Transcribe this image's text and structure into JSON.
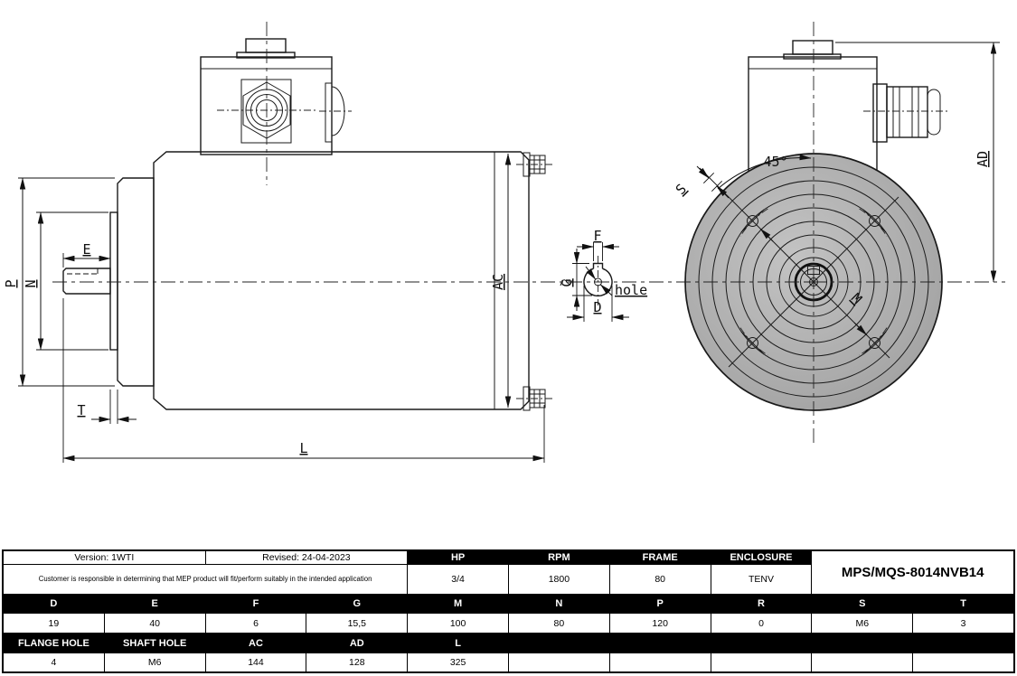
{
  "drawing": {
    "labels": {
      "P": "P",
      "N": "N",
      "E": "E",
      "T": "T",
      "L": "L",
      "AC": "AC",
      "F": "F",
      "G": "G",
      "D": "D",
      "hole": "hole",
      "S": "S",
      "M": "M",
      "angle45": "45°",
      "AD": "AD"
    },
    "colors": {
      "line": "#1a1a1a",
      "body_gray": "#b4b4b4",
      "table_header_bg": "#000000"
    }
  },
  "table": {
    "version": "Version: 1WTI",
    "revised": "Revised: 24-04-2023",
    "note": "Customer is responsible in determining that MEP product will fit/perform suitably in the intended application",
    "model": "MPS/MQS-8014NVB14",
    "specs": {
      "headers": [
        "HP",
        "RPM",
        "FRAME",
        "ENCLOSURE"
      ],
      "values": [
        "3/4",
        "1800",
        "80",
        "TENV"
      ]
    },
    "dims": {
      "headers": [
        "D",
        "E",
        "F",
        "G",
        "M",
        "N",
        "P",
        "R",
        "S",
        "T"
      ],
      "values": [
        "19",
        "40",
        "6",
        "15,5",
        "100",
        "80",
        "120",
        "0",
        "M6",
        "3"
      ]
    },
    "dims2": {
      "headers": [
        "FLANGE HOLE",
        "SHAFT HOLE",
        "AC",
        "AD",
        "L"
      ],
      "values": [
        "4",
        "M6",
        "144",
        "128",
        "325"
      ]
    }
  }
}
